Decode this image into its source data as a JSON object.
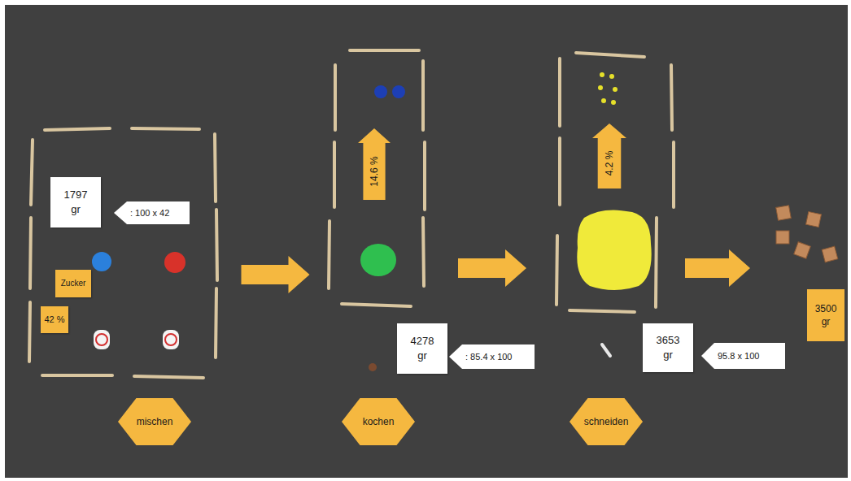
{
  "diagram": {
    "nodes": [
      {
        "text": [
          "mischen"
        ]
      },
      {
        "text": [
          "1797 gr"
        ],
        "in": 0
      },
      {
        "text": [
          ": 100 x 42"
        ],
        "in": 0
      },
      {
        "text": [
          "Zucker"
        ],
        "in": 0
      },
      {
        "text": [
          "42 %"
        ],
        "in": 0
      },
      {
        "text": [
          "kochen"
        ]
      },
      {
        "text": [
          "14.6 %"
        ],
        "in": 5
      },
      {
        "text": [
          "4278 gr"
        ]
      },
      {
        "text": [
          ": 85.4 x 100"
        ]
      },
      {
        "text": [
          "schneiden"
        ]
      },
      {
        "text": [
          "4.2 %"
        ],
        "in": 9
      },
      {
        "text": [
          "3653 gr"
        ]
      },
      {
        "text": [
          "95.8 x 100"
        ]
      },
      {
        "text": [
          "3500 gr"
        ]
      }
    ],
    "edges": [
      {
        "from": 0,
        "to": 5,
        "arrow": "to"
      },
      {
        "from": 5,
        "to": 9,
        "arrow": "to"
      },
      {
        "from": 9,
        "to": 13,
        "arrow": "to"
      }
    ]
  }
}
